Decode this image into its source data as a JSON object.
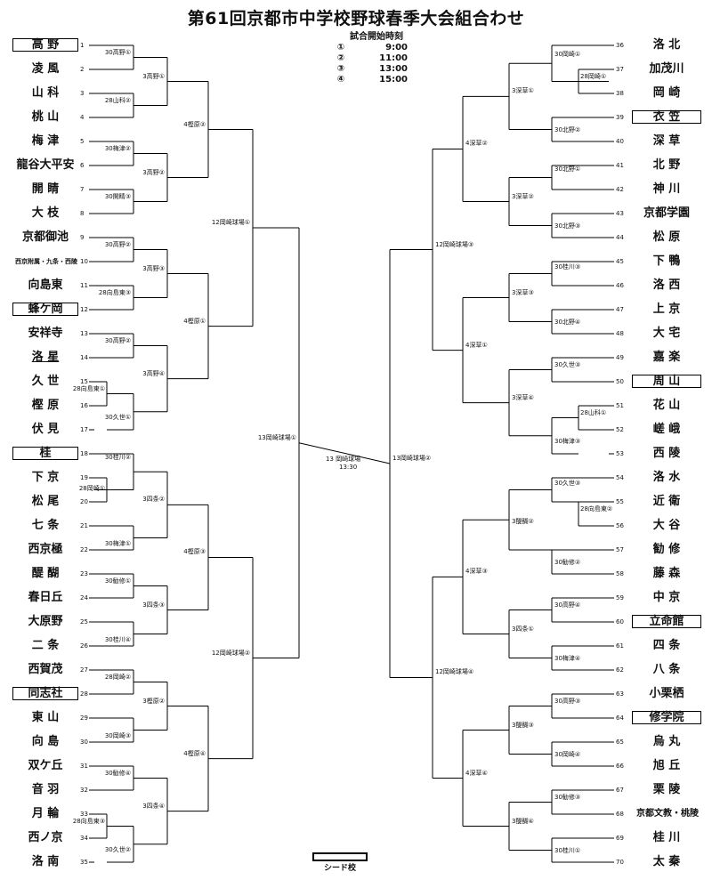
{
  "title": "第61回京都市中学校野球春季大会組合わせ",
  "schedule": {
    "heading": "試合開始時刻",
    "rows": [
      {
        "mark": "①",
        "time": "9:00"
      },
      {
        "mark": "②",
        "time": "11:00"
      },
      {
        "mark": "③",
        "time": "13:00"
      },
      {
        "mark": "④",
        "time": "15:00"
      }
    ]
  },
  "legend": "シード校",
  "left_teams": [
    {
      "n": "1",
      "name": "高 野",
      "seed": true
    },
    {
      "n": "2",
      "name": "凌 風"
    },
    {
      "n": "3",
      "name": "山 科"
    },
    {
      "n": "4",
      "name": "桃 山"
    },
    {
      "n": "5",
      "name": "梅 津"
    },
    {
      "n": "6",
      "name": "龍谷大平安"
    },
    {
      "n": "7",
      "name": "開 睛"
    },
    {
      "n": "8",
      "name": "大 枝"
    },
    {
      "n": "9",
      "name": "京都御池"
    },
    {
      "n": "10",
      "name": "西京附属・九条・西陵"
    },
    {
      "n": "11",
      "name": "向島東"
    },
    {
      "n": "12",
      "name": "蜂ケ岡",
      "seed": true
    },
    {
      "n": "13",
      "name": "安祥寺"
    },
    {
      "n": "14",
      "name": "洛 星",
      "ul": true
    },
    {
      "n": "15",
      "name": "久 世"
    },
    {
      "n": "16",
      "name": "樫 原"
    },
    {
      "n": "17",
      "name": "伏 見"
    },
    {
      "n": "18",
      "name": "桂",
      "seed": true
    },
    {
      "n": "19",
      "name": "下 京"
    },
    {
      "n": "20",
      "name": "松 尾"
    },
    {
      "n": "21",
      "name": "七 条"
    },
    {
      "n": "22",
      "name": "西京極"
    },
    {
      "n": "23",
      "name": "醍 醐"
    },
    {
      "n": "24",
      "name": "春日丘"
    },
    {
      "n": "25",
      "name": "大原野"
    },
    {
      "n": "26",
      "name": "二 条"
    },
    {
      "n": "27",
      "name": "西賀茂"
    },
    {
      "n": "28",
      "name": "同志社",
      "seed": true
    },
    {
      "n": "29",
      "name": "東 山"
    },
    {
      "n": "30",
      "name": "向 島"
    },
    {
      "n": "31",
      "name": "双ケ丘"
    },
    {
      "n": "32",
      "name": "音 羽"
    },
    {
      "n": "33",
      "name": "月 輪"
    },
    {
      "n": "34",
      "name": "西ノ京"
    },
    {
      "n": "35",
      "name": "洛 南"
    }
  ],
  "right_teams": [
    {
      "n": "36",
      "name": "洛 北"
    },
    {
      "n": "37",
      "name": "加茂川"
    },
    {
      "n": "38",
      "name": "岡 崎"
    },
    {
      "n": "39",
      "name": "衣 笠",
      "seed": true
    },
    {
      "n": "40",
      "name": "深 草"
    },
    {
      "n": "41",
      "name": "北 野"
    },
    {
      "n": "42",
      "name": "神 川"
    },
    {
      "n": "43",
      "name": "京都学園"
    },
    {
      "n": "44",
      "name": "松 原"
    },
    {
      "n": "45",
      "name": "下 鴨"
    },
    {
      "n": "46",
      "name": "洛 西"
    },
    {
      "n": "47",
      "name": "上 京"
    },
    {
      "n": "48",
      "name": "大 宅"
    },
    {
      "n": "49",
      "name": "嘉 楽"
    },
    {
      "n": "50",
      "name": "周 山",
      "seed": true
    },
    {
      "n": "51",
      "name": "花 山"
    },
    {
      "n": "52",
      "name": "嵯 峨"
    },
    {
      "n": "53",
      "name": "西 陵"
    },
    {
      "n": "54",
      "name": "洛 水"
    },
    {
      "n": "55",
      "name": "近 衛"
    },
    {
      "n": "56",
      "name": "大 谷"
    },
    {
      "n": "57",
      "name": "勧 修"
    },
    {
      "n": "58",
      "name": "藤 森"
    },
    {
      "n": "59",
      "name": "中 京"
    },
    {
      "n": "60",
      "name": "立命館",
      "seed": true
    },
    {
      "n": "61",
      "name": "四 条"
    },
    {
      "n": "62",
      "name": "八 条"
    },
    {
      "n": "63",
      "name": "小栗栖"
    },
    {
      "n": "64",
      "name": "修学院",
      "seed": true
    },
    {
      "n": "65",
      "name": "烏 丸"
    },
    {
      "n": "66",
      "name": "旭 丘"
    },
    {
      "n": "67",
      "name": "栗 陵"
    },
    {
      "n": "68",
      "name": "京都文教・桃陵"
    },
    {
      "n": "69",
      "name": "桂 川"
    },
    {
      "n": "70",
      "name": "太 秦"
    }
  ],
  "match_labels": {
    "L1": "30高野①",
    "L2": "3高野①",
    "L3": "28山科②",
    "L4": "4樫原②",
    "L5": "30梅津②",
    "L6": "3高野②",
    "L7": "30開睛③",
    "L8": "12岡崎球場①",
    "L9": "30高野②",
    "L10": "3高野③",
    "L11": "28向島東③",
    "L12": "4樫原①",
    "L13": "30高野②",
    "L14": "28向島東①",
    "L15": "3高野④",
    "L16": "30久世①",
    "L17": "13岡崎球場①",
    "L18": "30桂川②",
    "L19": "28岡崎①",
    "L20": "3四条②",
    "L21": "30梅津①",
    "L22": "4樫原③",
    "L23": "30勧修①",
    "L24": "3四条③",
    "L25": "30桂川④",
    "L26": "12岡崎球場②",
    "L27": "28岡崎②",
    "L28": "3樫原②",
    "L29": "30岡崎③",
    "L30": "4樫原④",
    "L31": "30勧修④",
    "L32": "28向島東③",
    "L33": "3四条④",
    "L34": "30久世②",
    "F1": "13 岡崎球場",
    "F2": "13:30",
    "R1": "30岡崎①",
    "R2": "28岡崎①",
    "R3": "3深草①",
    "R4": "30北野②",
    "R5": "4深草②",
    "R6": "30北野①",
    "R7": "3深草②",
    "R8": "30北野③",
    "R9": "12岡崎球場③",
    "R10": "30桂川③",
    "R11": "3深草③",
    "R12": "30北野④",
    "R13": "4深草①",
    "R14": "30久世③",
    "R15": "28山科①",
    "R16": "3深草④",
    "R17": "30梅津③",
    "R18": "13岡崎球場②",
    "R19": "30久世③",
    "R20": "28向島東②",
    "R21": "3醍醐②",
    "R22": "30勧修②",
    "R23": "4深草③",
    "R24": "30高野④",
    "R25": "3四条①",
    "R26": "30梅津④",
    "R27": "12岡崎球場④",
    "R28": "30高野③",
    "R29": "3醍醐③",
    "R30": "30岡崎④",
    "R31": "4深草④",
    "R32": "30勧修③",
    "R33": "3醍醐④",
    "R34": "30桂川①"
  }
}
